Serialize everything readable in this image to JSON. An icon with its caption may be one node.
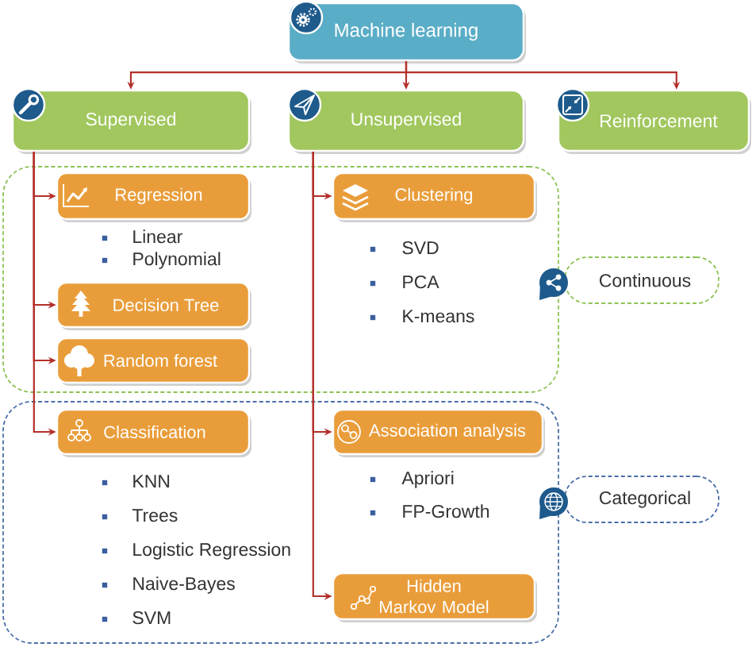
{
  "diagram": {
    "nodes": [
      {
        "text": [
          "Machine learning"
        ]
      },
      {
        "text": [
          "Supervised"
        ]
      },
      {
        "text": [
          "Unsupervised"
        ]
      },
      {
        "text": [
          "Reinforcement"
        ]
      },
      {
        "text": [],
        "shape": "box"
      },
      {
        "text": [
          "Regression"
        ],
        "in": 4,
        "beside": [
          "Linear",
          "Polynomial"
        ]
      },
      {
        "text": [
          "Clustering"
        ],
        "in": 4,
        "beside": [
          "SVD",
          "PCA",
          "K-means"
        ]
      },
      {
        "text": [
          "Decision Tree"
        ],
        "in": 4
      },
      {
        "text": [
          "Random forest"
        ],
        "in": 4
      },
      {
        "text": [
          "Continuous"
        ]
      },
      {
        "text": [],
        "shape": "box"
      },
      {
        "text": [
          "Classification"
        ],
        "in": 10,
        "beside": [
          "KNN",
          "Trees",
          "Logistic Regression",
          "Naive-Bayes",
          "SVM"
        ]
      },
      {
        "text": [
          "Association analysis"
        ],
        "in": 10,
        "beside": [
          "Apriori",
          "FP-Growth"
        ]
      },
      {
        "text": [
          "Categorical"
        ]
      },
      {
        "text": [
          "Hidden Markov Model"
        ],
        "in": 10
      }
    ],
    "edges": [
      {
        "from": 0,
        "to": 1,
        "arrow": "to"
      },
      {
        "from": 0,
        "to": 2,
        "arrow": "to"
      },
      {
        "from": 0,
        "to": 3,
        "arrow": "to"
      },
      {
        "from": 1,
        "to": 5,
        "arrow": "to"
      },
      {
        "from": 1,
        "to": 7,
        "arrow": "to"
      },
      {
        "from": 1,
        "to": 8,
        "arrow": "to"
      },
      {
        "from": 1,
        "to": 11,
        "arrow": "to"
      },
      {
        "from": 2,
        "to": 6,
        "arrow": "to"
      },
      {
        "from": 2,
        "to": 12,
        "arrow": "to"
      },
      {
        "from": 2,
        "to": 14,
        "arrow": "to"
      }
    ]
  }
}
